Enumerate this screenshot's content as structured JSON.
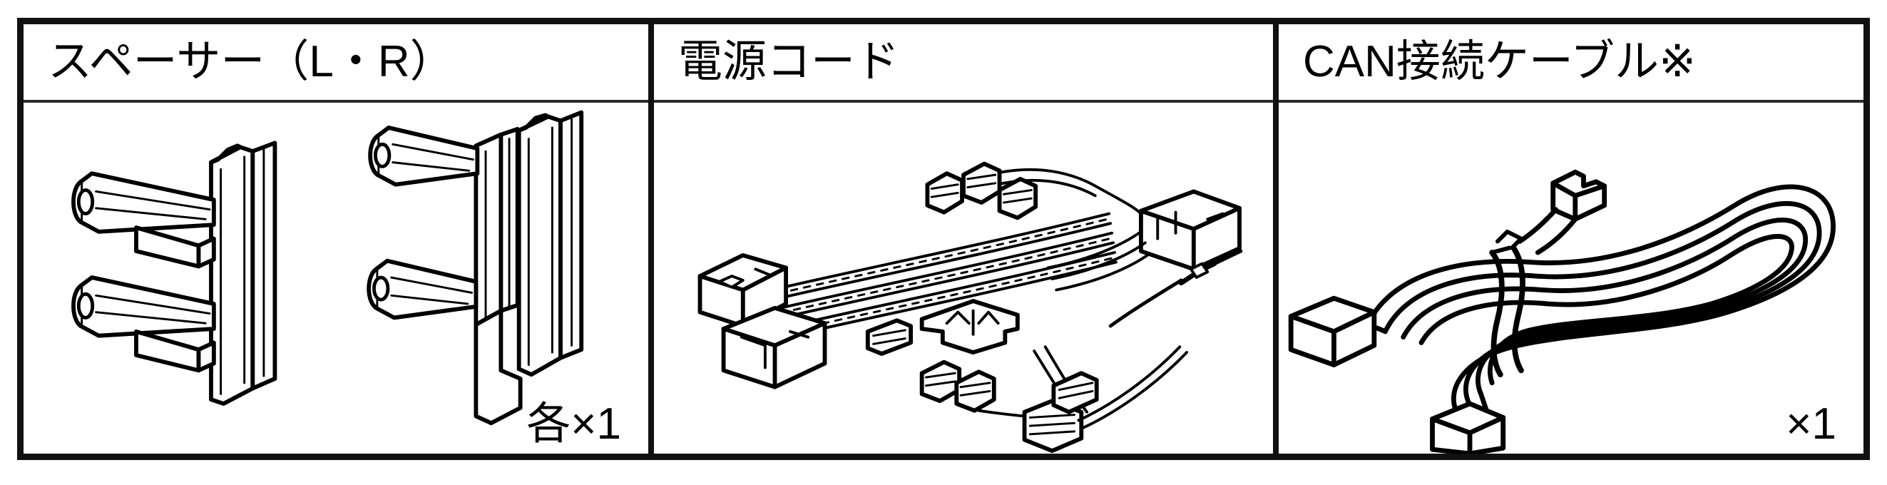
{
  "document": {
    "kind": "parts-inventory-table",
    "background_color": "#ffffff",
    "border_color": "#111111",
    "line_art_color": "#000000",
    "columns": 3
  },
  "table": {
    "cells": [
      {
        "id": "spacer",
        "header": "スペーサー（L・R）",
        "quantity_label": "各×1",
        "illustration_name": "spacer-bracket-pair-illustration"
      },
      {
        "id": "power-cord",
        "header": "電源コード",
        "quantity_label": "",
        "illustration_name": "power-cord-harness-illustration"
      },
      {
        "id": "can-cable",
        "header": "CAN接続ケーブル※",
        "quantity_label": "×1",
        "illustration_name": "can-connection-cable-illustration"
      }
    ]
  }
}
